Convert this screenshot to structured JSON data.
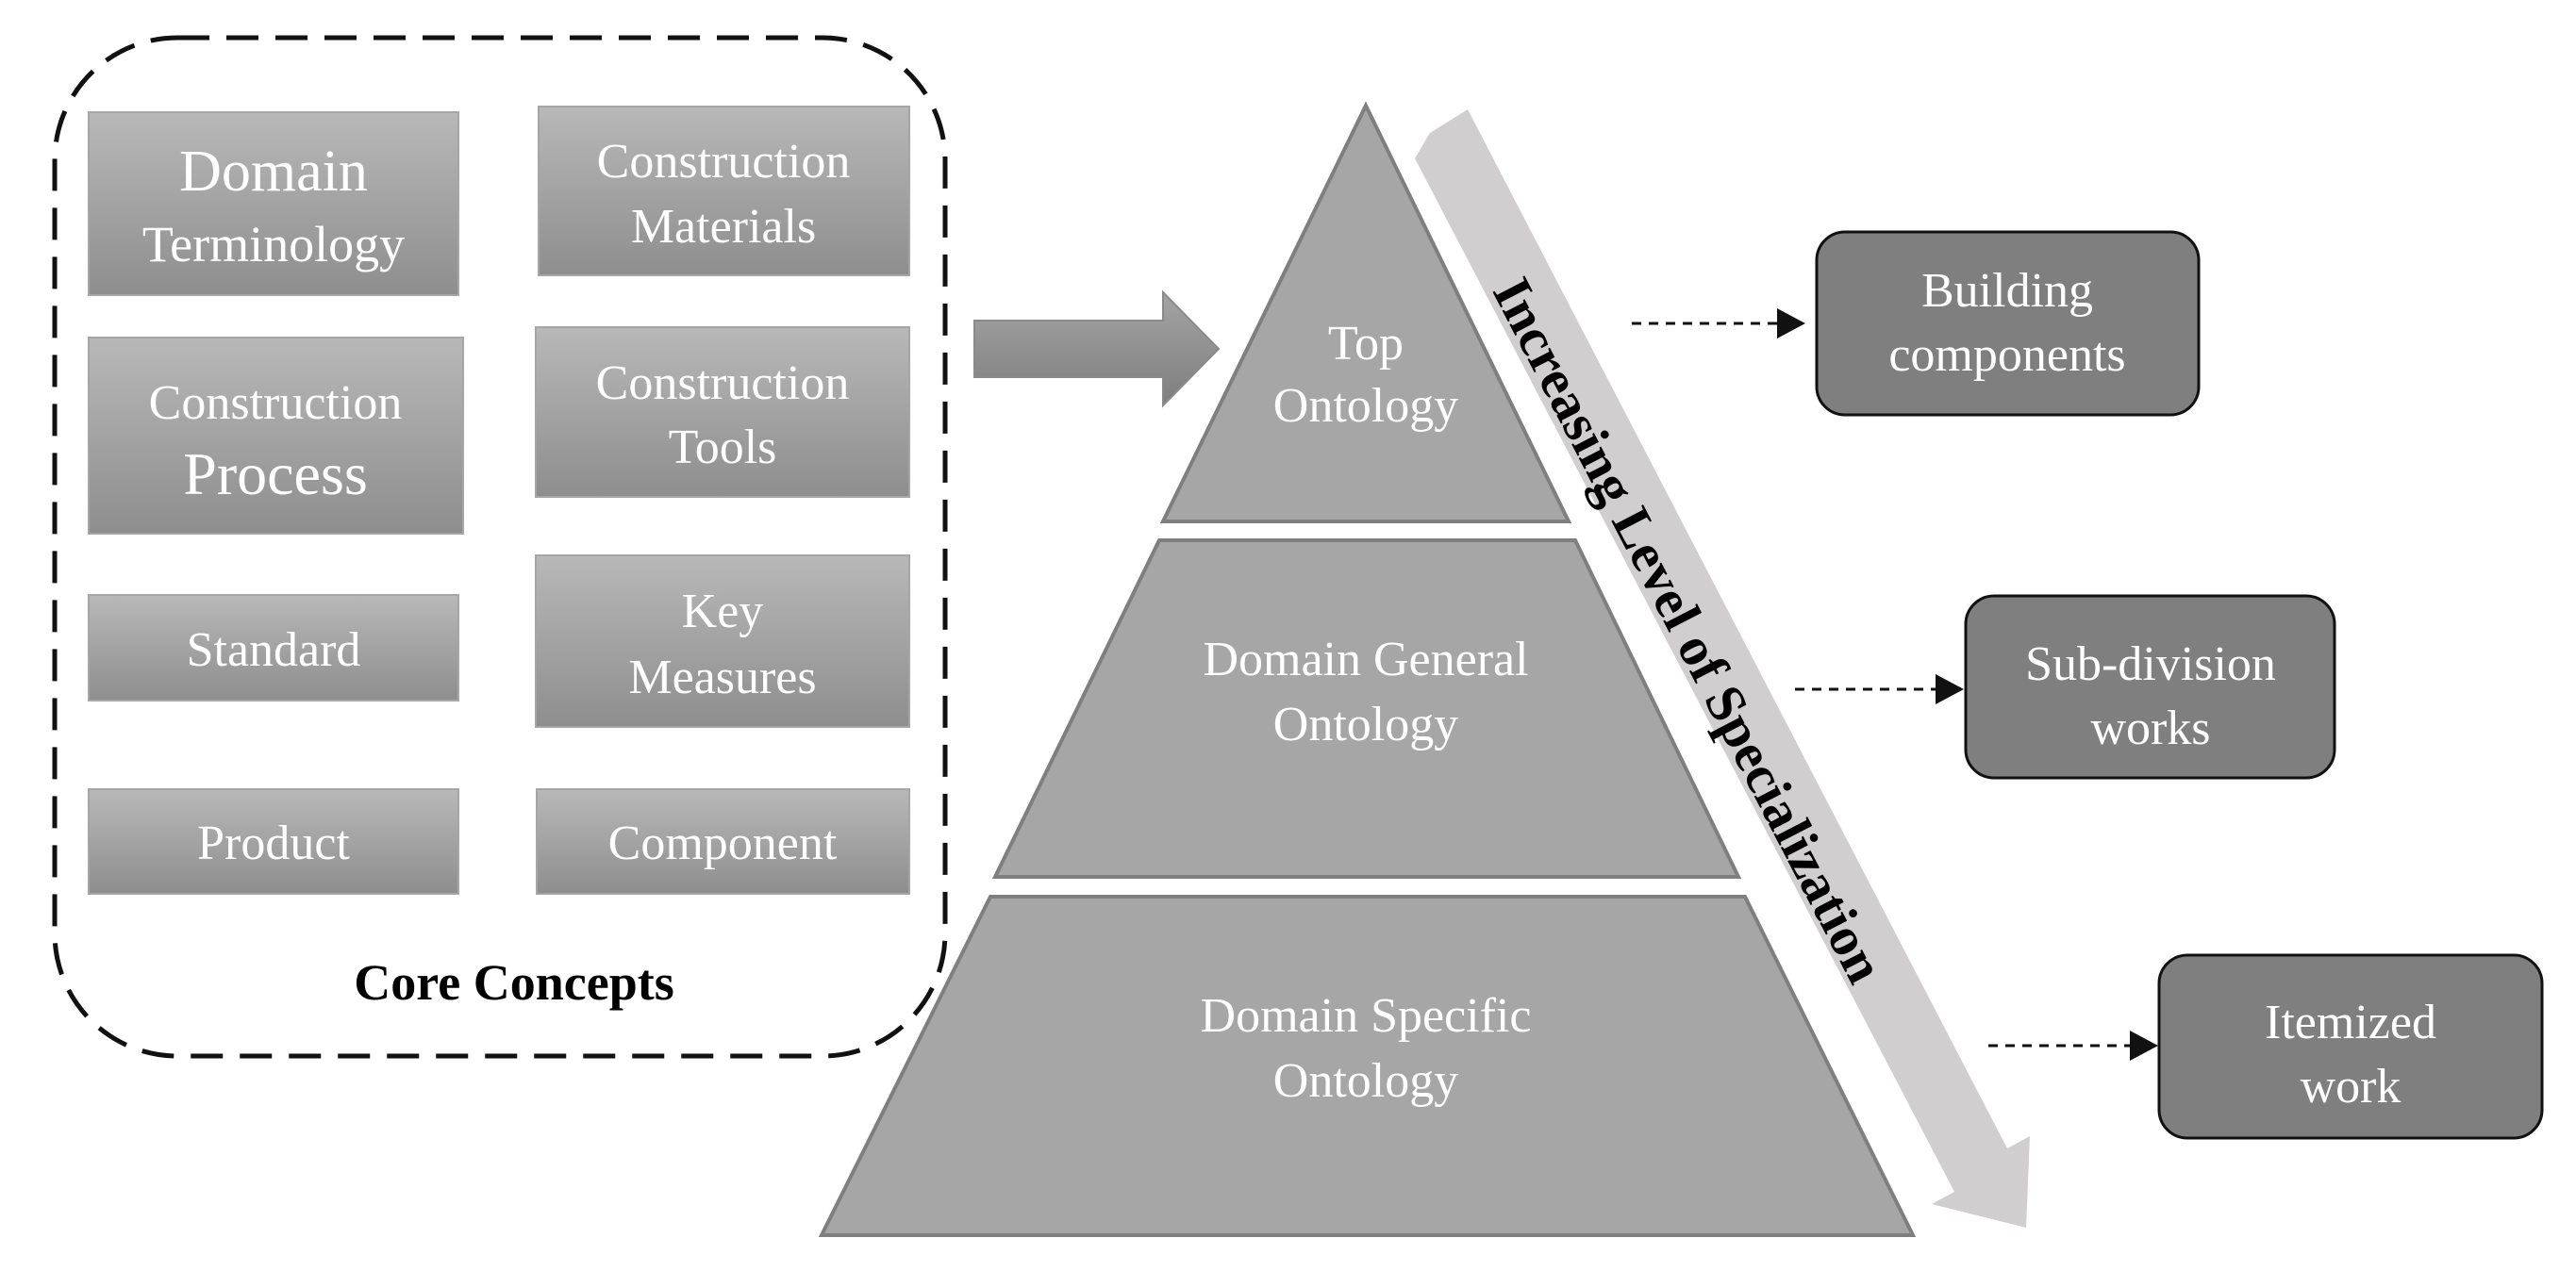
{
  "core_concepts": {
    "label": "Core Concepts",
    "items": [
      {
        "line1": "Domain",
        "line2": "Terminology"
      },
      {
        "line1": "Construction",
        "line2": "Materials"
      },
      {
        "line1": "Construction",
        "line2": "Process"
      },
      {
        "line1": "Construction",
        "line2": "Tools"
      },
      {
        "line1": "Standard"
      },
      {
        "line1": "Key",
        "line2": "Measures"
      },
      {
        "line1": "Product"
      },
      {
        "line1": "Component"
      }
    ]
  },
  "pyramid": {
    "layers": [
      {
        "line1": "Top",
        "line2": "Ontology"
      },
      {
        "line1": "Domain General",
        "line2": "Ontology"
      },
      {
        "line1": "Domain Specific",
        "line2": "Ontology"
      }
    ],
    "specialization_label": "Increasing Level of Specialization"
  },
  "outputs": [
    {
      "line1": "Building",
      "line2": "components"
    },
    {
      "line1": "Sub-division",
      "line2": "works"
    },
    {
      "line1": "Itemized",
      "line2": "work"
    }
  ],
  "colors": {
    "concept_fill_top": "#b5b5b5",
    "concept_fill_bottom": "#8f8f8f",
    "pyramid_fill": "#a6a6a6",
    "pyramid_stroke": "#7f7f7f",
    "output_fill": "#7f7f7f",
    "specialization_arrow": "#d0cece",
    "text_light": "#ffffff",
    "text_dark": "#000000"
  }
}
